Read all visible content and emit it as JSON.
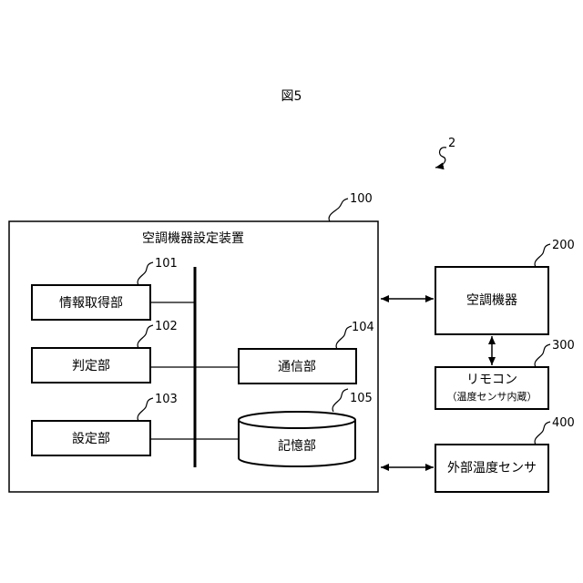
{
  "figure": {
    "title": "図5",
    "system_ref": "2"
  },
  "device": {
    "ref": "100",
    "label": "空調機器設定装置"
  },
  "units": {
    "info": {
      "ref": "101",
      "label": "情報取得部"
    },
    "judge": {
      "ref": "102",
      "label": "判定部"
    },
    "setting": {
      "ref": "103",
      "label": "設定部"
    },
    "comm": {
      "ref": "104",
      "label": "通信部"
    },
    "storage": {
      "ref": "105",
      "label": "記憶部"
    }
  },
  "external": {
    "ac": {
      "ref": "200",
      "label": "空調機器"
    },
    "remote": {
      "ref": "300",
      "label": "リモコン",
      "sub": "（温度センサ内蔵）"
    },
    "sensor": {
      "ref": "400",
      "label": "外部温度センサ"
    }
  }
}
